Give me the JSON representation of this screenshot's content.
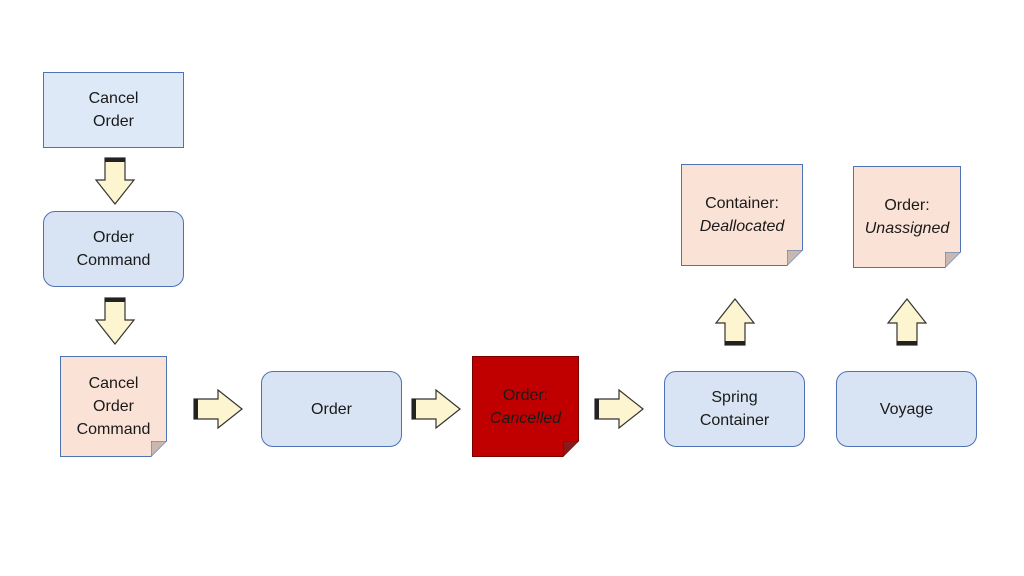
{
  "nodes": {
    "cancel_order": [
      "Cancel",
      "Order"
    ],
    "order_command": [
      "Order",
      "Command"
    ],
    "cancel_order_command": [
      "Cancel",
      "Order",
      "Command"
    ],
    "order": "Order",
    "order_cancelled": [
      "Order:",
      "Cancelled"
    ],
    "spring_container": [
      "Spring",
      "Container"
    ],
    "voyage": "Voyage",
    "container_deallocated": [
      "Container:",
      "Deallocated"
    ],
    "order_unassigned": [
      "Order:",
      "Unassigned"
    ]
  },
  "colors": {
    "command_fill": "#dde9f6",
    "aggregate_fill": "#d8e3f3",
    "event_fill": "#fbe2d6",
    "cancelled_fill": "#c00000",
    "border": "#4d73b4",
    "arrow_fill": "#fdf5d0",
    "arrow_stroke": "#333333"
  },
  "icons": [
    "arrow-down-icon",
    "arrow-right-icon",
    "arrow-up-icon"
  ]
}
